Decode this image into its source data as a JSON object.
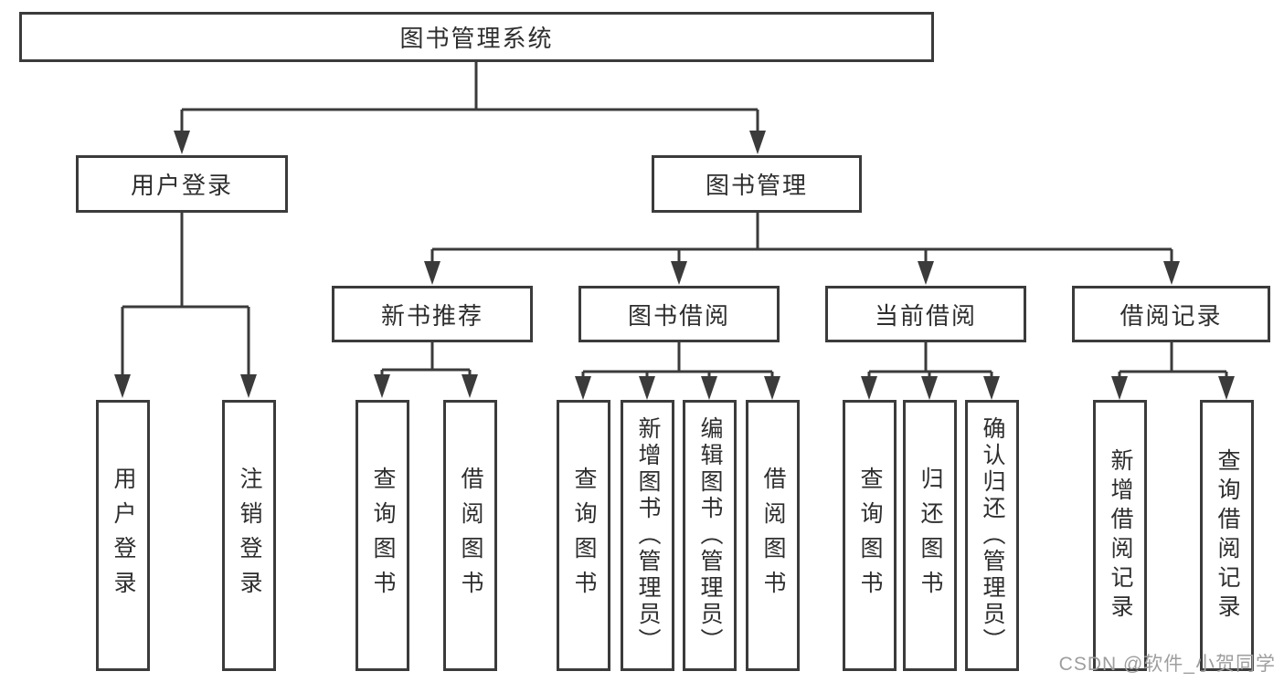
{
  "diagram": {
    "root": "图书管理系统",
    "user_login": {
      "label": "用户登录",
      "leaves": [
        "用户登录",
        "注销登录"
      ]
    },
    "book_management": {
      "label": "图书管理"
    },
    "new_book_recommend": {
      "label": "新书推荐",
      "leaves": [
        "查询图书",
        "借阅图书"
      ]
    },
    "book_borrow": {
      "label": "图书借阅",
      "leaves": [
        "查询图书",
        "新增图书（管理员）",
        "编辑图书（管理员）",
        "借阅图书"
      ]
    },
    "current_borrow": {
      "label": "当前借阅",
      "leaves": [
        "查询图书",
        "归还图书",
        "确认归还（管理员）"
      ]
    },
    "borrow_records": {
      "label": "借阅记录",
      "leaves": [
        "新增借阅记录",
        "查询借阅记录"
      ]
    }
  },
  "watermark": "CSDN @软件_小贺同学",
  "colors": {
    "line": "#3b3b3b",
    "text": "#2e2e2e",
    "watermark": "#9e9e9e",
    "background": "#ffffff"
  }
}
